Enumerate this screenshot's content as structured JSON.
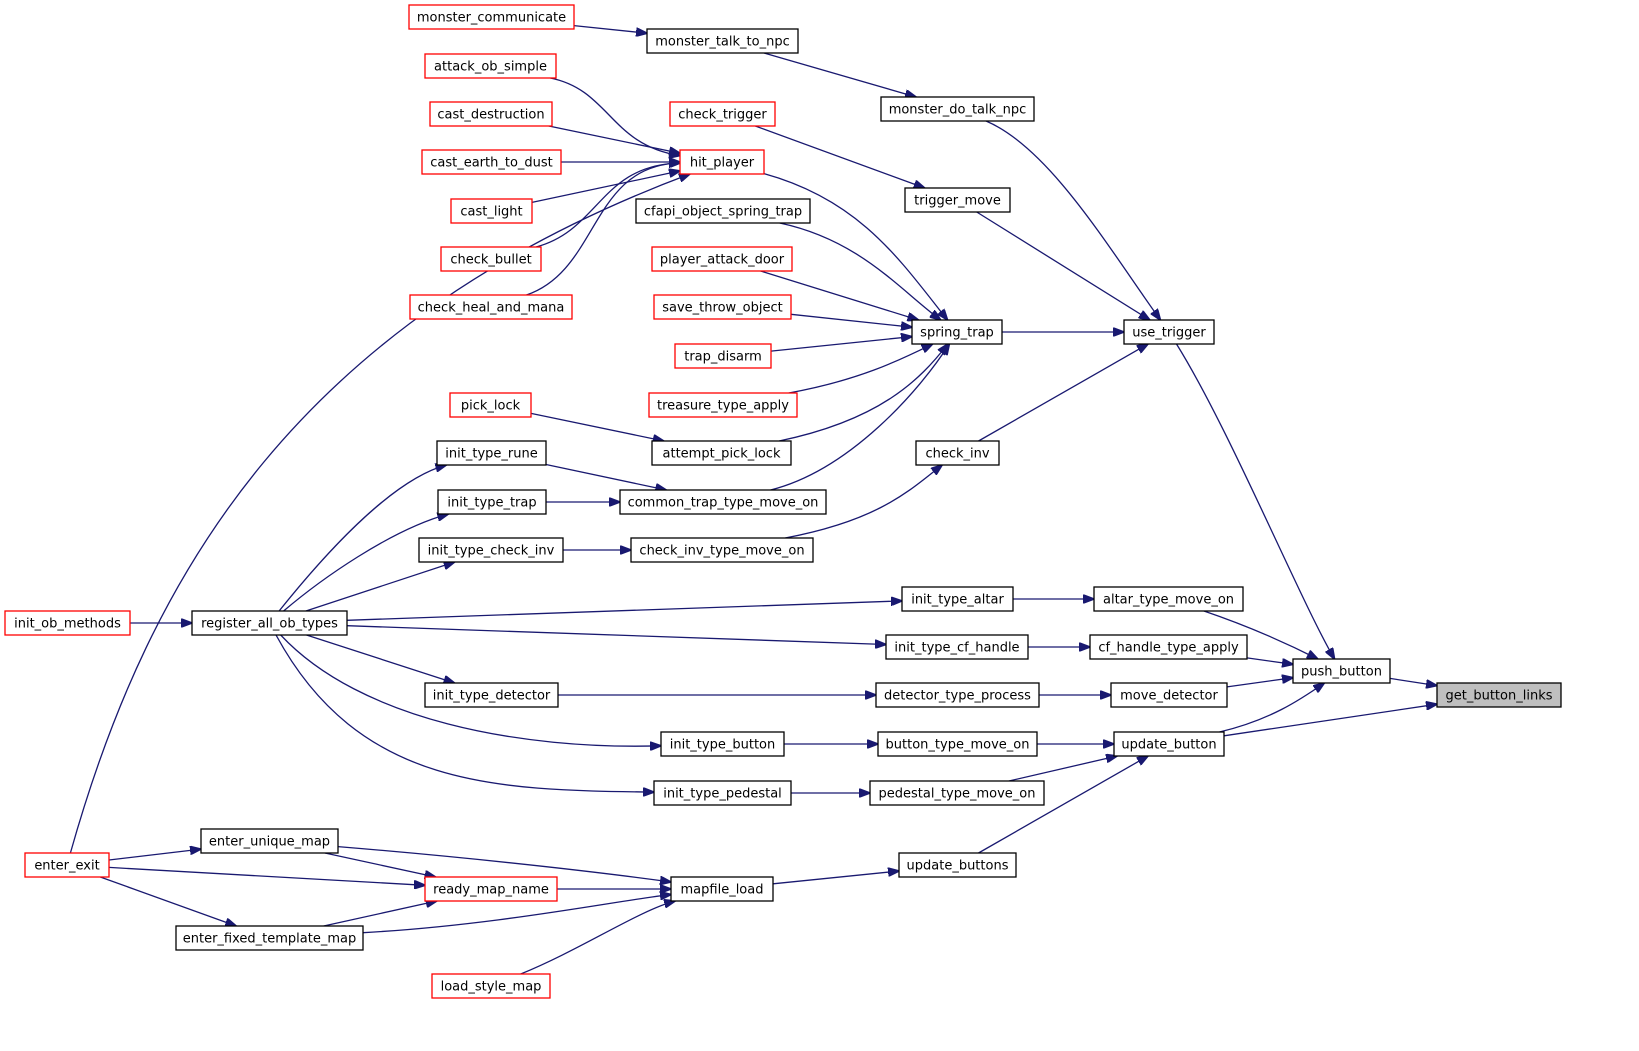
{
  "diagram": {
    "kind": "call-graph",
    "colors": {
      "edge": "#191970",
      "border_documented": "#000000",
      "border_undocumented": "#ff0000",
      "root_fill": "#bfbfbf",
      "node_fill": "#ffffff"
    },
    "root": "get_button_links",
    "nodes": [
      {
        "id": "monster_communicate",
        "label": "monster_communicate",
        "style": "red"
      },
      {
        "id": "monster_talk_to_npc",
        "label": "monster_talk_to_npc",
        "style": "black"
      },
      {
        "id": "attack_ob_simple",
        "label": "attack_ob_simple",
        "style": "red"
      },
      {
        "id": "cast_destruction",
        "label": "cast_destruction",
        "style": "red"
      },
      {
        "id": "cast_earth_to_dust",
        "label": "cast_earth_to_dust",
        "style": "red"
      },
      {
        "id": "cast_light",
        "label": "cast_light",
        "style": "red"
      },
      {
        "id": "check_bullet",
        "label": "check_bullet",
        "style": "red"
      },
      {
        "id": "check_heal_and_mana",
        "label": "check_heal_and_mana",
        "style": "red"
      },
      {
        "id": "check_trigger",
        "label": "check_trigger",
        "style": "red"
      },
      {
        "id": "hit_player",
        "label": "hit_player",
        "style": "red"
      },
      {
        "id": "monster_do_talk_npc",
        "label": "monster_do_talk_npc",
        "style": "black"
      },
      {
        "id": "trigger_move",
        "label": "trigger_move",
        "style": "black"
      },
      {
        "id": "cfapi_object_spring_trap",
        "label": "cfapi_object_spring_trap",
        "style": "black"
      },
      {
        "id": "player_attack_door",
        "label": "player_attack_door",
        "style": "red"
      },
      {
        "id": "save_throw_object",
        "label": "save_throw_object",
        "style": "red"
      },
      {
        "id": "trap_disarm",
        "label": "trap_disarm",
        "style": "red"
      },
      {
        "id": "treasure_type_apply",
        "label": "treasure_type_apply",
        "style": "red"
      },
      {
        "id": "spring_trap",
        "label": "spring_trap",
        "style": "black"
      },
      {
        "id": "use_trigger",
        "label": "use_trigger",
        "style": "black"
      },
      {
        "id": "pick_lock",
        "label": "pick_lock",
        "style": "red"
      },
      {
        "id": "attempt_pick_lock",
        "label": "attempt_pick_lock",
        "style": "black"
      },
      {
        "id": "init_type_rune",
        "label": "init_type_rune",
        "style": "black"
      },
      {
        "id": "check_inv",
        "label": "check_inv",
        "style": "black"
      },
      {
        "id": "init_type_trap",
        "label": "init_type_trap",
        "style": "black"
      },
      {
        "id": "common_trap_type_move_on",
        "label": "common_trap_type_move_on",
        "style": "black"
      },
      {
        "id": "init_type_check_inv",
        "label": "init_type_check_inv",
        "style": "black"
      },
      {
        "id": "check_inv_type_move_on",
        "label": "check_inv_type_move_on",
        "style": "black"
      },
      {
        "id": "init_type_altar",
        "label": "init_type_altar",
        "style": "black"
      },
      {
        "id": "altar_type_move_on",
        "label": "altar_type_move_on",
        "style": "black"
      },
      {
        "id": "init_ob_methods",
        "label": "init_ob_methods",
        "style": "red"
      },
      {
        "id": "register_all_ob_types",
        "label": "register_all_ob_types",
        "style": "black"
      },
      {
        "id": "init_type_cf_handle",
        "label": "init_type_cf_handle",
        "style": "black"
      },
      {
        "id": "cf_handle_type_apply",
        "label": "cf_handle_type_apply",
        "style": "black"
      },
      {
        "id": "push_button",
        "label": "push_button",
        "style": "black"
      },
      {
        "id": "get_button_links",
        "label": "get_button_links",
        "style": "root"
      },
      {
        "id": "init_type_detector",
        "label": "init_type_detector",
        "style": "black"
      },
      {
        "id": "detector_type_process",
        "label": "detector_type_process",
        "style": "black"
      },
      {
        "id": "move_detector",
        "label": "move_detector",
        "style": "black"
      },
      {
        "id": "init_type_button",
        "label": "init_type_button",
        "style": "black"
      },
      {
        "id": "button_type_move_on",
        "label": "button_type_move_on",
        "style": "black"
      },
      {
        "id": "update_button",
        "label": "update_button",
        "style": "black"
      },
      {
        "id": "init_type_pedestal",
        "label": "init_type_pedestal",
        "style": "black"
      },
      {
        "id": "pedestal_type_move_on",
        "label": "pedestal_type_move_on",
        "style": "black"
      },
      {
        "id": "enter_unique_map",
        "label": "enter_unique_map",
        "style": "black"
      },
      {
        "id": "enter_exit",
        "label": "enter_exit",
        "style": "red"
      },
      {
        "id": "ready_map_name",
        "label": "ready_map_name",
        "style": "red"
      },
      {
        "id": "mapfile_load",
        "label": "mapfile_load",
        "style": "black"
      },
      {
        "id": "update_buttons",
        "label": "update_buttons",
        "style": "black"
      },
      {
        "id": "enter_fixed_template_map",
        "label": "enter_fixed_template_map",
        "style": "black"
      },
      {
        "id": "load_style_map",
        "label": "load_style_map",
        "style": "red"
      }
    ],
    "edges": [
      {
        "from": "monster_communicate",
        "to": "monster_talk_to_npc"
      },
      {
        "from": "monster_talk_to_npc",
        "to": "monster_do_talk_npc"
      },
      {
        "from": "monster_do_talk_npc",
        "to": "use_trigger"
      },
      {
        "from": "attack_ob_simple",
        "to": "hit_player"
      },
      {
        "from": "cast_destruction",
        "to": "hit_player"
      },
      {
        "from": "cast_earth_to_dust",
        "to": "hit_player"
      },
      {
        "from": "cast_light",
        "to": "hit_player"
      },
      {
        "from": "check_bullet",
        "to": "hit_player"
      },
      {
        "from": "check_heal_and_mana",
        "to": "hit_player"
      },
      {
        "from": "enter_exit",
        "to": "hit_player"
      },
      {
        "from": "hit_player",
        "to": "spring_trap"
      },
      {
        "from": "check_trigger",
        "to": "trigger_move"
      },
      {
        "from": "trigger_move",
        "to": "use_trigger"
      },
      {
        "from": "cfapi_object_spring_trap",
        "to": "spring_trap"
      },
      {
        "from": "player_attack_door",
        "to": "spring_trap"
      },
      {
        "from": "save_throw_object",
        "to": "spring_trap"
      },
      {
        "from": "trap_disarm",
        "to": "spring_trap"
      },
      {
        "from": "treasure_type_apply",
        "to": "spring_trap"
      },
      {
        "from": "attempt_pick_lock",
        "to": "spring_trap"
      },
      {
        "from": "common_trap_type_move_on",
        "to": "spring_trap"
      },
      {
        "from": "spring_trap",
        "to": "use_trigger"
      },
      {
        "from": "check_inv",
        "to": "use_trigger"
      },
      {
        "from": "use_trigger",
        "to": "push_button"
      },
      {
        "from": "pick_lock",
        "to": "attempt_pick_lock"
      },
      {
        "from": "init_type_rune",
        "to": "common_trap_type_move_on"
      },
      {
        "from": "init_type_trap",
        "to": "common_trap_type_move_on"
      },
      {
        "from": "check_inv_type_move_on",
        "to": "check_inv"
      },
      {
        "from": "init_type_check_inv",
        "to": "check_inv_type_move_on"
      },
      {
        "from": "register_all_ob_types",
        "to": "init_type_rune"
      },
      {
        "from": "register_all_ob_types",
        "to": "init_type_trap"
      },
      {
        "from": "register_all_ob_types",
        "to": "init_type_check_inv"
      },
      {
        "from": "register_all_ob_types",
        "to": "init_type_altar"
      },
      {
        "from": "register_all_ob_types",
        "to": "init_type_cf_handle"
      },
      {
        "from": "register_all_ob_types",
        "to": "init_type_detector"
      },
      {
        "from": "register_all_ob_types",
        "to": "init_type_button"
      },
      {
        "from": "register_all_ob_types",
        "to": "init_type_pedestal"
      },
      {
        "from": "init_ob_methods",
        "to": "register_all_ob_types"
      },
      {
        "from": "init_type_altar",
        "to": "altar_type_move_on"
      },
      {
        "from": "altar_type_move_on",
        "to": "push_button"
      },
      {
        "from": "init_type_cf_handle",
        "to": "cf_handle_type_apply"
      },
      {
        "from": "cf_handle_type_apply",
        "to": "push_button"
      },
      {
        "from": "init_type_detector",
        "to": "detector_type_process"
      },
      {
        "from": "detector_type_process",
        "to": "move_detector"
      },
      {
        "from": "move_detector",
        "to": "push_button"
      },
      {
        "from": "update_button",
        "to": "push_button"
      },
      {
        "from": "push_button",
        "to": "get_button_links"
      },
      {
        "from": "update_button",
        "to": "get_button_links"
      },
      {
        "from": "init_type_button",
        "to": "button_type_move_on"
      },
      {
        "from": "button_type_move_on",
        "to": "update_button"
      },
      {
        "from": "init_type_pedestal",
        "to": "pedestal_type_move_on"
      },
      {
        "from": "pedestal_type_move_on",
        "to": "update_button"
      },
      {
        "from": "update_buttons",
        "to": "update_button"
      },
      {
        "from": "mapfile_load",
        "to": "update_buttons"
      },
      {
        "from": "enter_exit",
        "to": "enter_unique_map"
      },
      {
        "from": "enter_exit",
        "to": "ready_map_name"
      },
      {
        "from": "enter_exit",
        "to": "enter_fixed_template_map"
      },
      {
        "from": "enter_unique_map",
        "to": "ready_map_name"
      },
      {
        "from": "enter_unique_map",
        "to": "mapfile_load"
      },
      {
        "from": "ready_map_name",
        "to": "mapfile_load"
      },
      {
        "from": "enter_fixed_template_map",
        "to": "ready_map_name"
      },
      {
        "from": "enter_fixed_template_map",
        "to": "mapfile_load"
      },
      {
        "from": "load_style_map",
        "to": "mapfile_load"
      }
    ]
  }
}
